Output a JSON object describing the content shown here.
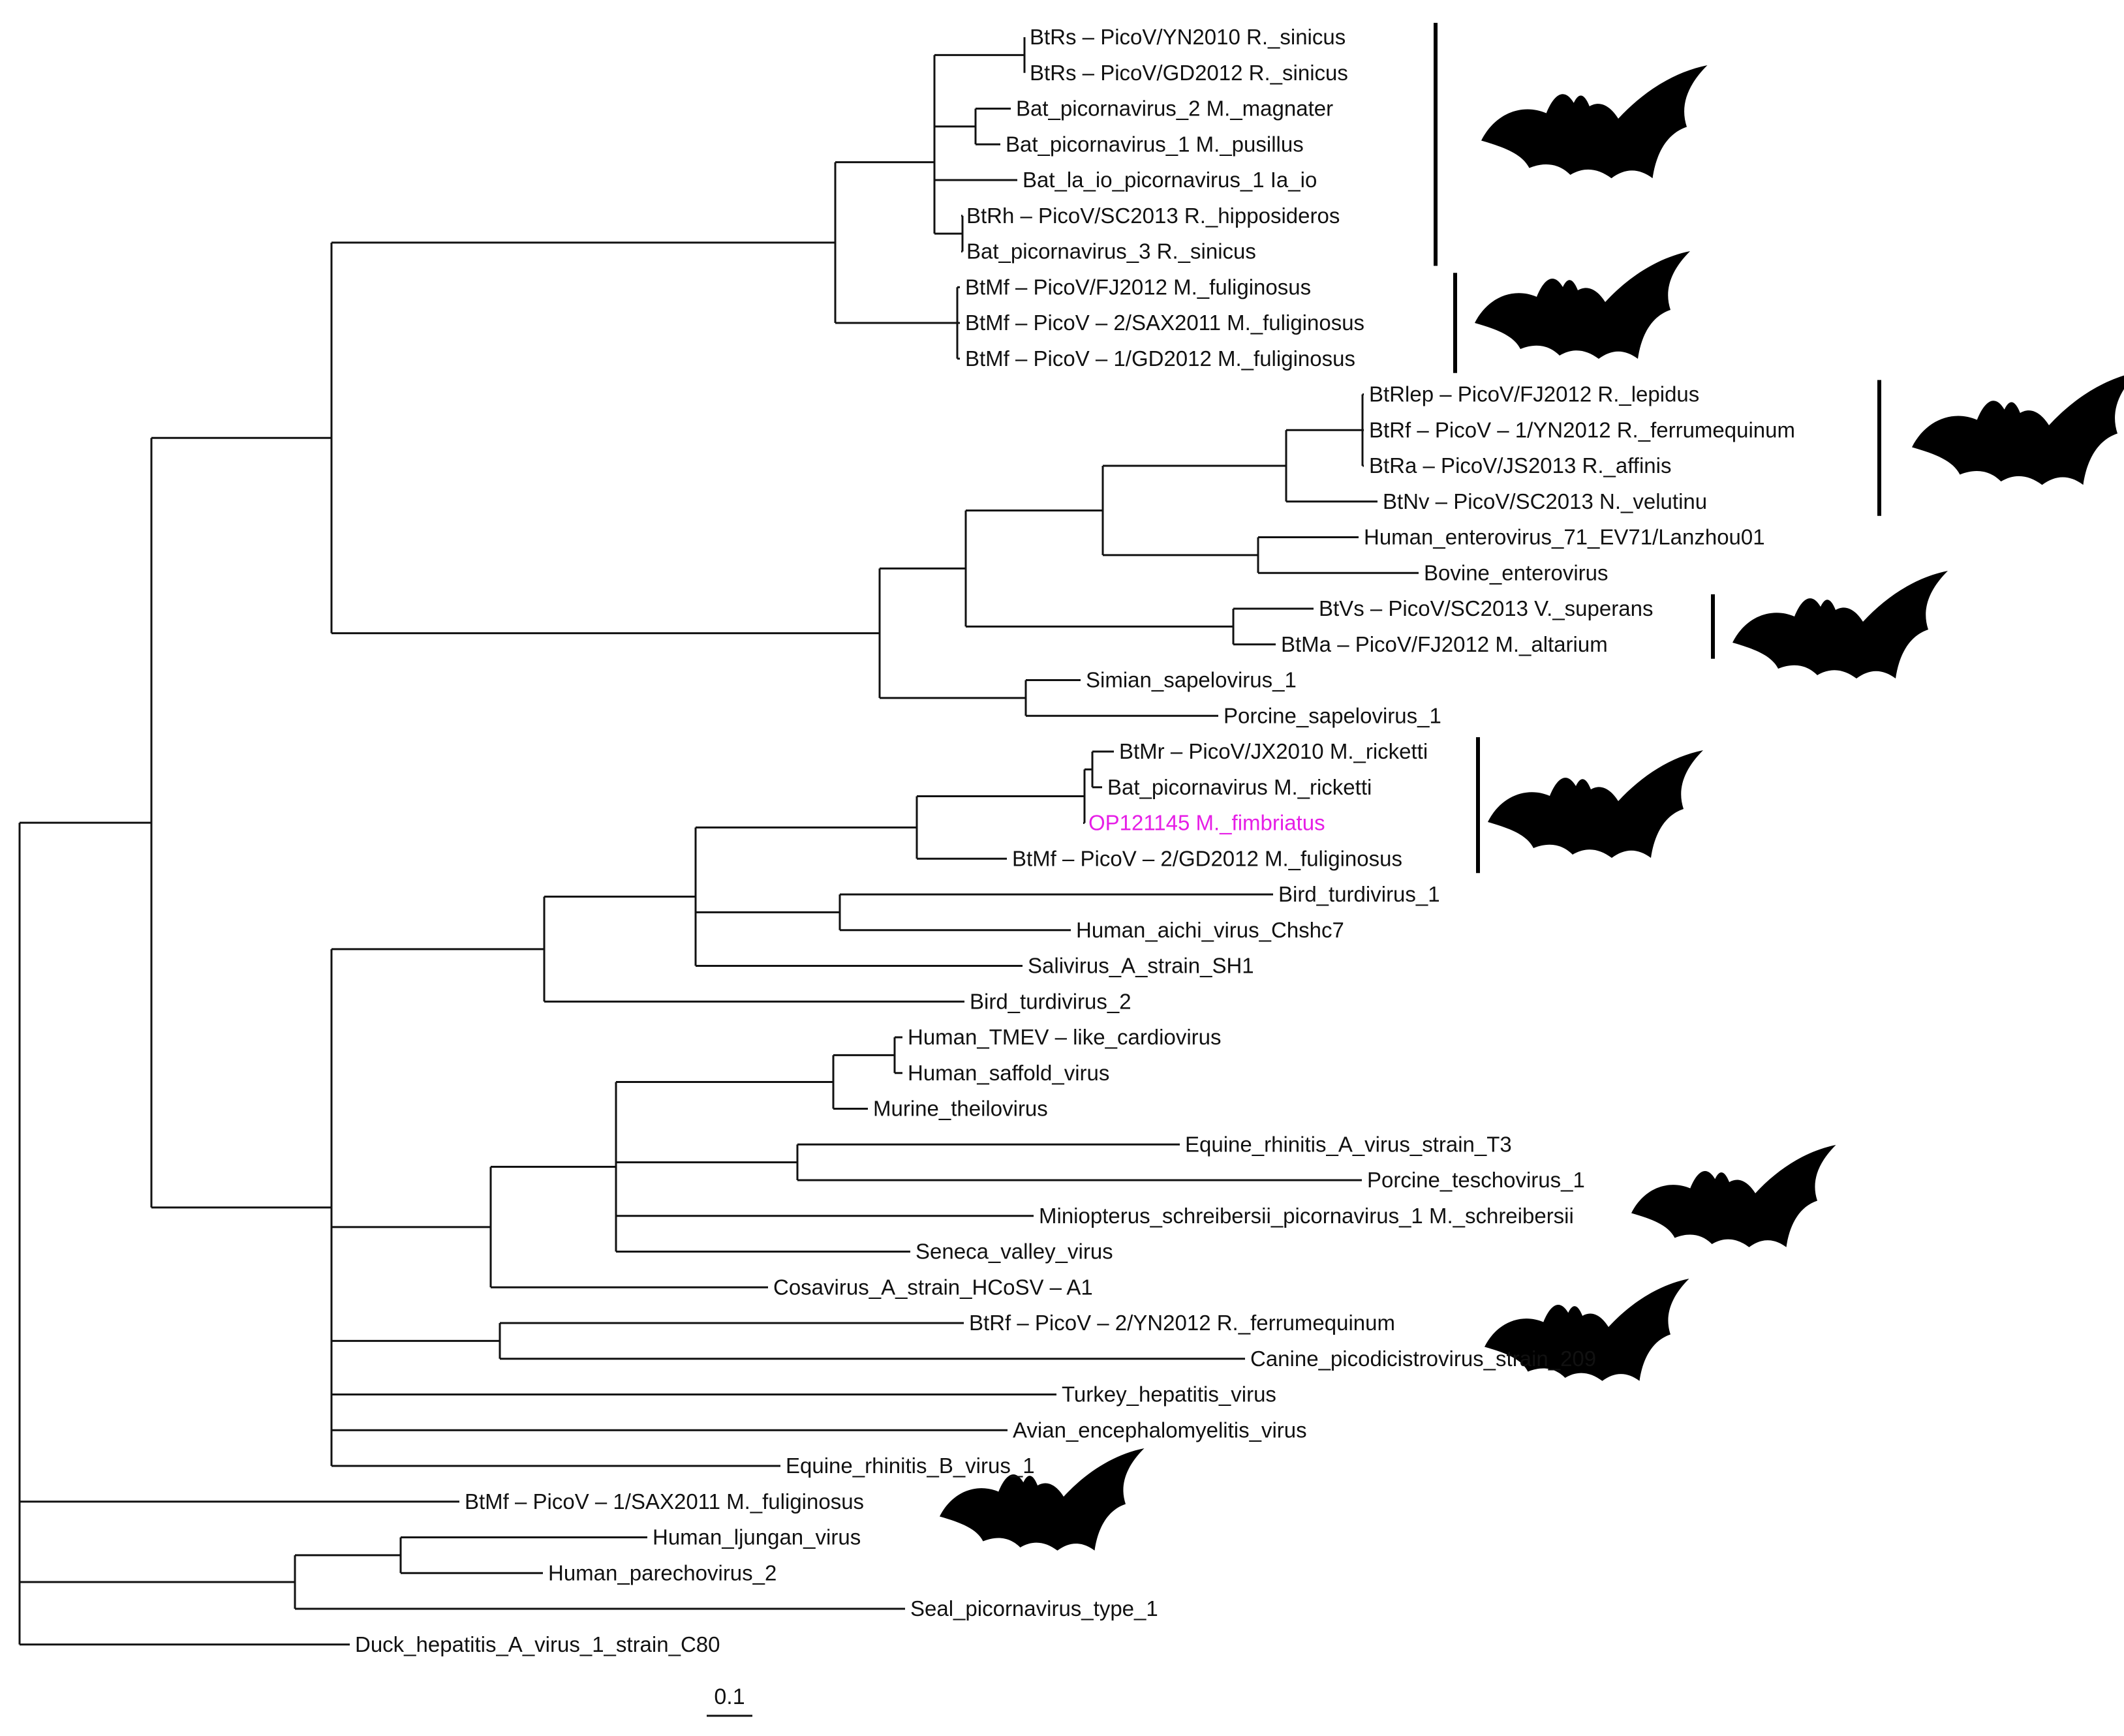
{
  "tree": {
    "scale_bar": "0.1",
    "highlight_color": "#e61ee6",
    "leaves": [
      {
        "id": "l1",
        "name": "BtRs – PicoV/YN2010",
        "species": "R._sinicus",
        "bat": true
      },
      {
        "id": "l2",
        "name": "BtRs – PicoV/GD2012",
        "species": "R._sinicus",
        "bat": true
      },
      {
        "id": "l3",
        "name": "Bat_picornavirus_2",
        "species": "M._magnater",
        "bat": true
      },
      {
        "id": "l4",
        "name": "Bat_picornavirus_1",
        "species": "M._pusillus",
        "bat": true
      },
      {
        "id": "l5",
        "name": "Bat_la_io_picornavirus_1",
        "species": "Ia_io",
        "bat": true
      },
      {
        "id": "l6",
        "name": "BtRh – PicoV/SC2013",
        "species": "R._hipposideros",
        "bat": true
      },
      {
        "id": "l7",
        "name": "Bat_picornavirus_3",
        "species": "R._sinicus",
        "bat": true
      },
      {
        "id": "l8",
        "name": "BtMf – PicoV/FJ2012",
        "species": "M._fuliginosus",
        "bat": true
      },
      {
        "id": "l9",
        "name": "BtMf – PicoV – 2/SAX2011",
        "species": "M._fuliginosus",
        "bat": true
      },
      {
        "id": "l10",
        "name": "BtMf – PicoV – 1/GD2012",
        "species": "M._fuliginosus",
        "bat": true
      },
      {
        "id": "l11",
        "name": "BtRlep – PicoV/FJ2012",
        "species": "R._lepidus",
        "bat": true
      },
      {
        "id": "l12",
        "name": "BtRf – PicoV – 1/YN2012",
        "species": "R._ferrumequinum",
        "bat": true
      },
      {
        "id": "l13",
        "name": "BtRa – PicoV/JS2013",
        "species": "R._affinis",
        "bat": true
      },
      {
        "id": "l14",
        "name": "BtNv – PicoV/SC2013",
        "species": "N._velutinu",
        "bat": true
      },
      {
        "id": "l15",
        "name": "Human_enterovirus_71_EV71/Lanzhou01",
        "species": "",
        "bat": false
      },
      {
        "id": "l16",
        "name": "Bovine_enterovirus",
        "species": "",
        "bat": false
      },
      {
        "id": "l17",
        "name": "BtVs – PicoV/SC2013",
        "species": "V._superans",
        "bat": true
      },
      {
        "id": "l18",
        "name": "BtMa – PicoV/FJ2012",
        "species": "M._altarium",
        "bat": true
      },
      {
        "id": "l19",
        "name": "Simian_sapelovirus_1",
        "species": "",
        "bat": false
      },
      {
        "id": "l20",
        "name": "Porcine_sapelovirus_1",
        "species": "",
        "bat": false
      },
      {
        "id": "l21",
        "name": "BtMr – PicoV/JX2010",
        "species": "M._ricketti",
        "bat": true
      },
      {
        "id": "l22",
        "name": "Bat_picornavirus",
        "species": "M._ricketti",
        "bat": true
      },
      {
        "id": "l23",
        "name": "OP121145",
        "species": "M._fimbriatus",
        "bat": true,
        "highlight": true
      },
      {
        "id": "l24",
        "name": "BtMf – PicoV – 2/GD2012",
        "species": "M._fuliginosus",
        "bat": true
      },
      {
        "id": "l25",
        "name": "Bird_turdivirus_1",
        "species": "",
        "bat": false
      },
      {
        "id": "l26",
        "name": "Human_aichi_virus_Chshc7",
        "species": "",
        "bat": false
      },
      {
        "id": "l27",
        "name": "Salivirus_A_strain_SH1",
        "species": "",
        "bat": false
      },
      {
        "id": "l28",
        "name": "Bird_turdivirus_2",
        "species": "",
        "bat": false
      },
      {
        "id": "l29",
        "name": "Human_TMEV – like_cardiovirus",
        "species": "",
        "bat": false
      },
      {
        "id": "l30",
        "name": "Human_saffold_virus",
        "species": "",
        "bat": false
      },
      {
        "id": "l31",
        "name": "Murine_theilovirus",
        "species": "",
        "bat": false
      },
      {
        "id": "l32",
        "name": "Equine_rhinitis_A_virus_strain_T3",
        "species": "",
        "bat": false
      },
      {
        "id": "l33",
        "name": "Porcine_teschovirus_1",
        "species": "",
        "bat": false
      },
      {
        "id": "l34",
        "name": "Miniopterus_schreibersii_picornavirus_1",
        "species": "M._schreibersii",
        "bat": true
      },
      {
        "id": "l35",
        "name": "Seneca_valley_virus",
        "species": "",
        "bat": false
      },
      {
        "id": "l36",
        "name": "Cosavirus_A_strain_HCoSV – A1",
        "species": "",
        "bat": false
      },
      {
        "id": "l37",
        "name": "BtRf – PicoV – 2/YN2012",
        "species": "R._ferrumequinum",
        "bat": true
      },
      {
        "id": "l38",
        "name": "Canine_picodicistrovirus_strain_209",
        "species": "",
        "bat": false
      },
      {
        "id": "l39",
        "name": "Turkey_hepatitis_virus",
        "species": "",
        "bat": false
      },
      {
        "id": "l40",
        "name": "Avian_encephalomyelitis_virus",
        "species": "",
        "bat": false
      },
      {
        "id": "l41",
        "name": "Equine_rhinitis_B_virus_1",
        "species": "",
        "bat": false
      },
      {
        "id": "l42",
        "name": "BtMf – PicoV – 1/SAX2011",
        "species": "M._fuliginosus",
        "bat": true
      },
      {
        "id": "l43",
        "name": "Human_ljungan_virus",
        "species": "",
        "bat": false
      },
      {
        "id": "l44",
        "name": "Human_parechovirus_2",
        "species": "",
        "bat": false
      },
      {
        "id": "l45",
        "name": "Seal_picornavirus_type_1",
        "species": "",
        "bat": false
      },
      {
        "id": "l46",
        "name": "Duck_hepatitis_A_virus_1_strain_C80",
        "species": "",
        "bat": false
      }
    ]
  }
}
